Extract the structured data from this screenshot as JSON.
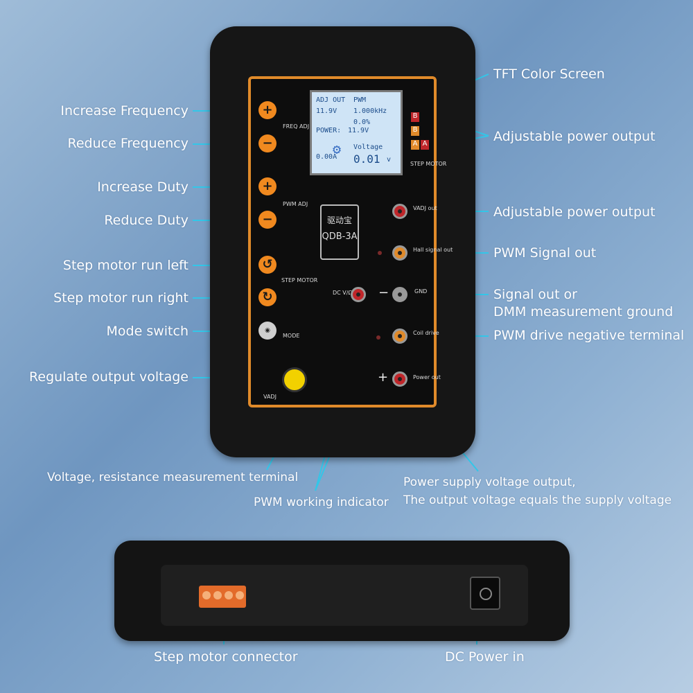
{
  "device": {
    "model_line1": "驱动宝",
    "model_line2": "QDB-3A",
    "screen": {
      "voltage_label": "Voltage",
      "voltage_value": "0.01",
      "voltage_unit": "v",
      "pwm_label": "PWM",
      "freq": "1.000kHz",
      "current": "0.00A",
      "adj_out_label": "ADJ OUT",
      "duty": "0.0%",
      "adj_value": "11.9V",
      "power_label": "POWER:",
      "power_value": "11.9V"
    },
    "step_letters": [
      "B",
      "B",
      "A",
      "A"
    ],
    "panel_tags": {
      "freq_adj": "FREQ ADJ",
      "pwm_adj": "PWM ADJ",
      "step_motor": "STEP MOTOR",
      "mode": "MODE",
      "vadj": "VADJ",
      "step_motor_right": "STEP MOTOR",
      "vadj_out": "VADJ out",
      "hall_signal_out": "Hall signal out",
      "gnd": "GND",
      "coil_drive": "Coil drive",
      "power_out": "Power out",
      "dc_vo": "DC V/Ω"
    },
    "symbols": {
      "minus": "−",
      "plus": "+"
    }
  },
  "labels": {
    "increase_frequency": "Increase Frequency",
    "reduce_frequency": "Reduce Frequency",
    "increase_duty": "Increase Duty",
    "reduce_duty": "Reduce Duty",
    "step_left": "Step motor run left",
    "step_right": "Step motor run right",
    "mode_switch": "Mode switch",
    "regulate_voltage": "Regulate output voltage",
    "tft_screen": "TFT Color  Screen",
    "adj_power_output_1": "Adjustable power output",
    "adj_power_output_2": "Adjustable power output",
    "pwm_signal_out": "PWM Signal out",
    "signal_out_1": "Signal out or",
    "signal_out_2": "DMM measurement ground",
    "pwm_drive_negative": "PWM drive negative terminal",
    "voltage_resistance": "Voltage, resistance measurement terminal",
    "pwm_indicator": "PWM working indicator",
    "power_supply_1": "Power supply voltage output,",
    "power_supply_2": "The output voltage equals the supply voltage",
    "step_motor_connector": "Step motor connector",
    "dc_power_in": "DC Power in"
  },
  "colors": {
    "accent": "#e08a2a",
    "line": "#33c6e8",
    "background": "#7ea3c8"
  }
}
